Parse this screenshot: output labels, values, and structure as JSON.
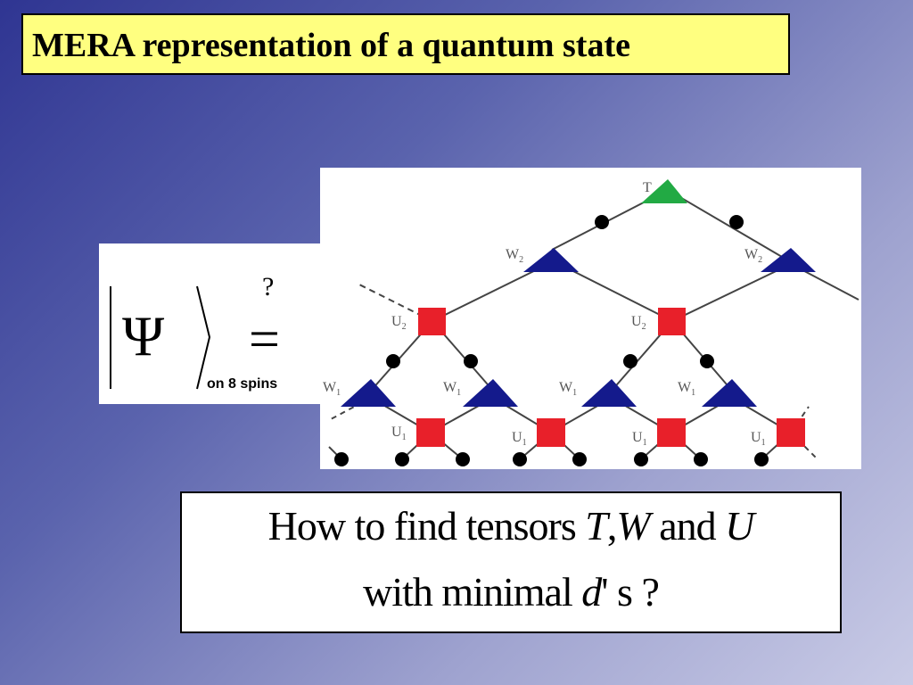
{
  "title": "MERA representation of a quantum state",
  "equation": {
    "psi": "Ψ",
    "question_mark": "?",
    "equals": "=",
    "subscript": "on 8 spins"
  },
  "diagram": {
    "top_label": "T",
    "level2_label": "W",
    "level2_sub": "2",
    "u2_label": "U",
    "u2_sub": "2",
    "level1_label": "W",
    "level1_sub": "1",
    "u1_label": "U",
    "u1_sub": "1",
    "colors": {
      "top_tensor": "#22aa44",
      "w_tensor": "#141a8c",
      "u_tensor": "#e8202a",
      "spin": "#000000"
    }
  },
  "question": {
    "line1_prefix": "How to find  tensors ",
    "line1_T": "T",
    "line1_comma": ",",
    "line1_W": "W",
    "line1_and": " and ",
    "line1_U": "U",
    "line2_prefix": "with  minimal  ",
    "line2_d": "d",
    "line2_suffix": "' s ?"
  }
}
